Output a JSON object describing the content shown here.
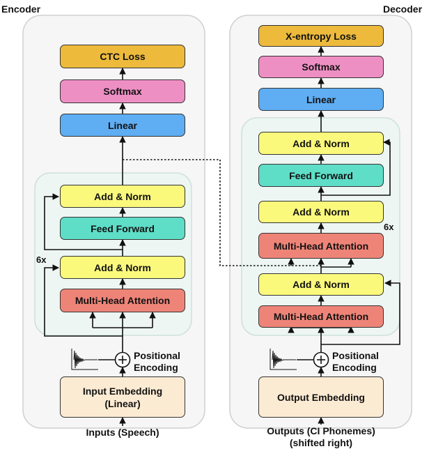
{
  "encoder": {
    "title": "Encoder",
    "blocks": {
      "ctc_loss": "CTC Loss",
      "softmax": "Softmax",
      "linear": "Linear",
      "add_norm_top": "Add & Norm",
      "feed_forward": "Feed Forward",
      "add_norm_bottom": "Add & Norm",
      "multi_head_attention": "Multi-Head Attention",
      "input_embedding": "Input Embedding\n(Linear)"
    },
    "repeat_label": "6x",
    "positional_encoding_label": "Positional\nEncoding",
    "input_label": "Inputs (Speech)"
  },
  "decoder": {
    "title": "Decoder",
    "blocks": {
      "xentropy_loss": "X-entropy Loss",
      "softmax": "Softmax",
      "linear": "Linear",
      "add_norm_top": "Add & Norm",
      "feed_forward": "Feed Forward",
      "add_norm_mid": "Add & Norm",
      "cross_attention": "Multi-Head Attention",
      "add_norm_bottom": "Add & Norm",
      "self_attention": "Multi-Head Attention",
      "output_embedding": "Output Embedding"
    },
    "repeat_label": "6x",
    "positional_encoding_label": "Positional\nEncoding",
    "output_label": "Outputs (CI Phonemes)\n(shifted right)"
  },
  "colors": {
    "loss": "#EDBA3C",
    "softmax": "#EE8FC4",
    "linear": "#5FADF2",
    "add_norm": "#FBF97C",
    "feed_forward": "#5EDDC7",
    "attention": "#EE8478",
    "embedding": "#FCEBD3",
    "outer_panel": "#F6F6F6",
    "layer_panel": "#EDF6F3"
  },
  "icons": {
    "adder": "circled-plus-icon",
    "positional_wave": "decaying-sine-wave-icon"
  }
}
